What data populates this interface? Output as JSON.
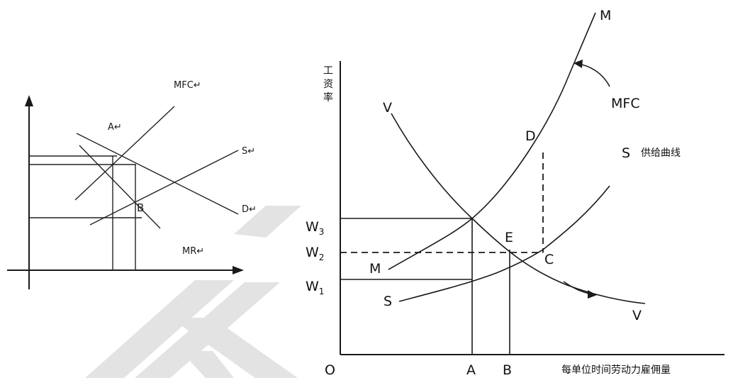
{
  "left_diagram": {
    "labels": {
      "mfc": "MFC↵",
      "a": "A↵",
      "s": "S↵",
      "d": "D↵",
      "b": "B",
      "mr": "MR↵"
    }
  },
  "right_diagram": {
    "y_axis_title": [
      "工",
      "资",
      "率"
    ],
    "origin": "O",
    "x_axis_label": "每单位时间劳动力雇佣量",
    "x_ticks": [
      "A",
      "B"
    ],
    "y_ticks": [
      {
        "main": "W",
        "sub": "3"
      },
      {
        "main": "W",
        "sub": "2"
      },
      {
        "main": "W",
        "sub": "1"
      }
    ],
    "labels": {
      "m_top": "M",
      "mfc": "MFC",
      "v_top": "V",
      "d": "D",
      "s_top": "S",
      "supply_curve": "供给曲线",
      "e": "E",
      "c": "C",
      "m_bottom": "M",
      "s_bottom": "S",
      "v_bottom": "V"
    }
  },
  "watermark_color": "#e3e3e3"
}
